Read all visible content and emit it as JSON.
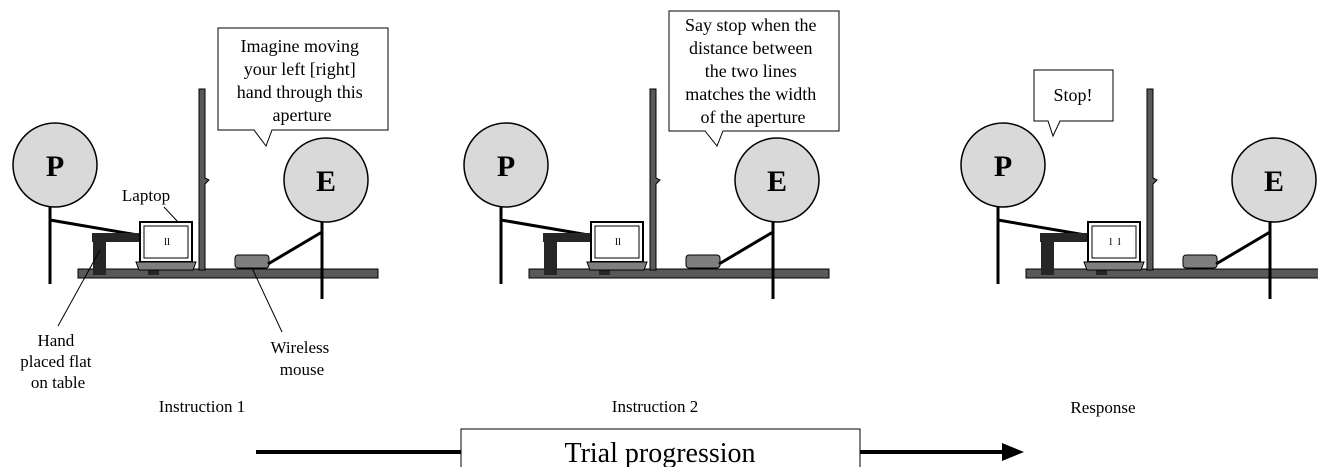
{
  "panels": [
    {
      "caption": "Instruction 1",
      "bubble_lines": [
        "Imagine moving",
        "your left [right]",
        "hand through this",
        "aperture"
      ],
      "participant": "P",
      "experimenter": "E",
      "screen_glyph": "ll"
    },
    {
      "caption": "Instruction 2",
      "bubble_lines": [
        "Say stop when the",
        "distance between",
        "the two lines",
        "matches the width",
        "of the aperture"
      ],
      "participant": "P",
      "experimenter": "E",
      "screen_glyph": "ll"
    },
    {
      "caption": "Response",
      "bubble_lines": [
        "Stop!"
      ],
      "participant": "P",
      "experimenter": "E",
      "screen_glyph": "l  l"
    }
  ],
  "labels": {
    "laptop": "Laptop",
    "hand_lines": [
      "Hand",
      "placed flat",
      "on table"
    ],
    "mouse_lines": [
      "Wireless",
      "mouse"
    ]
  },
  "timeline": {
    "label": "Trial progression"
  },
  "colors": {
    "head_fill": "#d9d9d9",
    "table": "#595959",
    "laptop_base": "#7f7f7f",
    "hand_dark": "#262626"
  }
}
